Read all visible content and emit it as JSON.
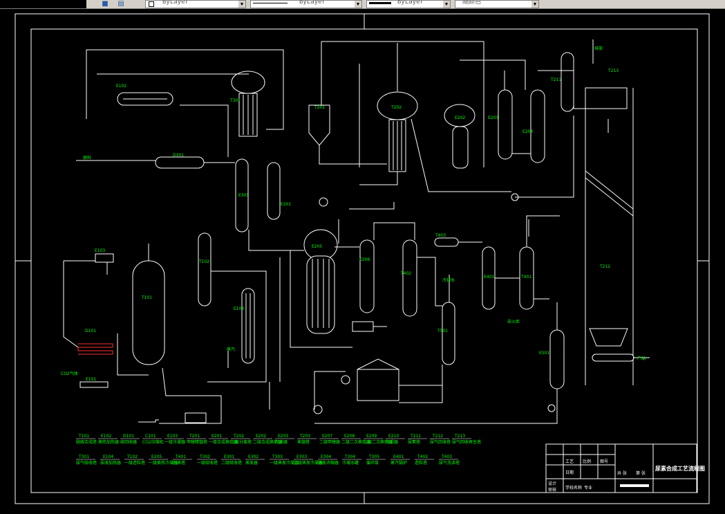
{
  "toolbar": {
    "layer_dropdown": "ByLayer",
    "linetype_dropdown": "ByLayer",
    "lineweight_dropdown": "ByLayer",
    "color_dropdown": "随颜色"
  },
  "equipment_labels": [
    {
      "tag": "E102"
    },
    {
      "tag": "D301"
    },
    {
      "tag": "T301"
    },
    {
      "tag": "E301"
    },
    {
      "tag": "T201"
    },
    {
      "tag": "E201"
    },
    {
      "tag": "T202"
    },
    {
      "tag": "E202"
    },
    {
      "tag": "E203"
    },
    {
      "tag": "E204"
    },
    {
      "tag": "T211"
    },
    {
      "tag": "T212"
    },
    {
      "tag": "T213"
    },
    {
      "tag": "T101"
    },
    {
      "tag": "E103"
    },
    {
      "tag": "D101"
    },
    {
      "tag": "E101"
    },
    {
      "tag": "T102"
    },
    {
      "tag": "E104"
    },
    {
      "tag": "E205"
    },
    {
      "tag": "E206"
    },
    {
      "tag": "T402"
    },
    {
      "tag": "T403"
    },
    {
      "tag": "E401"
    },
    {
      "tag": "T401"
    },
    {
      "tag": "T501"
    },
    {
      "tag": "E501"
    }
  ],
  "streams": [
    {
      "text": "原料"
    },
    {
      "text": "排放"
    },
    {
      "text": "去火炬"
    },
    {
      "text": "冷却水"
    },
    {
      "text": "蒸汽"
    },
    {
      "text": "产品"
    },
    {
      "text": "CO2气体"
    }
  ],
  "legend": {
    "row1": [
      "T101",
      "E102",
      "D101",
      "C101",
      "E103",
      "T201",
      "E201",
      "T202",
      "E202",
      "E203",
      "T203",
      "E207",
      "E208",
      "E209",
      "E210",
      "T211",
      "T212",
      "T213"
    ],
    "row1_names": [
      "脱硫合成塔",
      "换热加热器",
      "硫回收器",
      "CO2压缩机",
      "一级冷凝器",
      "甲醇精馏塔",
      "一级合成换热器",
      "二级分离塔",
      "二级合成换热器",
      "闪蒸器",
      "蒸馏塔",
      "二级甲醇器",
      "二级二次换热器",
      "二级二次换热器",
      "冷却器",
      "尿素塔",
      "尿气回收塔",
      "尿气回收再生塔"
    ],
    "row2": [
      "T301",
      "E104",
      "T102",
      "E205",
      "T401",
      "T302",
      "E301",
      "E302",
      "T303",
      "E303",
      "E304",
      "T304",
      "T305",
      "E401",
      "T402",
      "T403"
    ],
    "row2_names": [
      "尿气吸收塔",
      "尿液加热器",
      "一级造粒塔",
      "一级换热冷凝器",
      "闪蒸塔",
      "一级吸收塔",
      "二级吸收塔",
      "蒸发器",
      "一级蒸发冷凝器",
      "二级蒸发冷凝器",
      "蒸发浓缩器",
      "冷凝水罐",
      "循环泵",
      "蒸汽锅炉",
      "造粒塔",
      "尿气洗涤塔"
    ]
  },
  "title_block": {
    "drawing_title": "尿素合成工艺流程图",
    "cells": [
      "设计",
      "审核",
      "工艺",
      "比例",
      "图号",
      "日期",
      "共 张",
      "第 张",
      "学校名称",
      "专业"
    ]
  }
}
